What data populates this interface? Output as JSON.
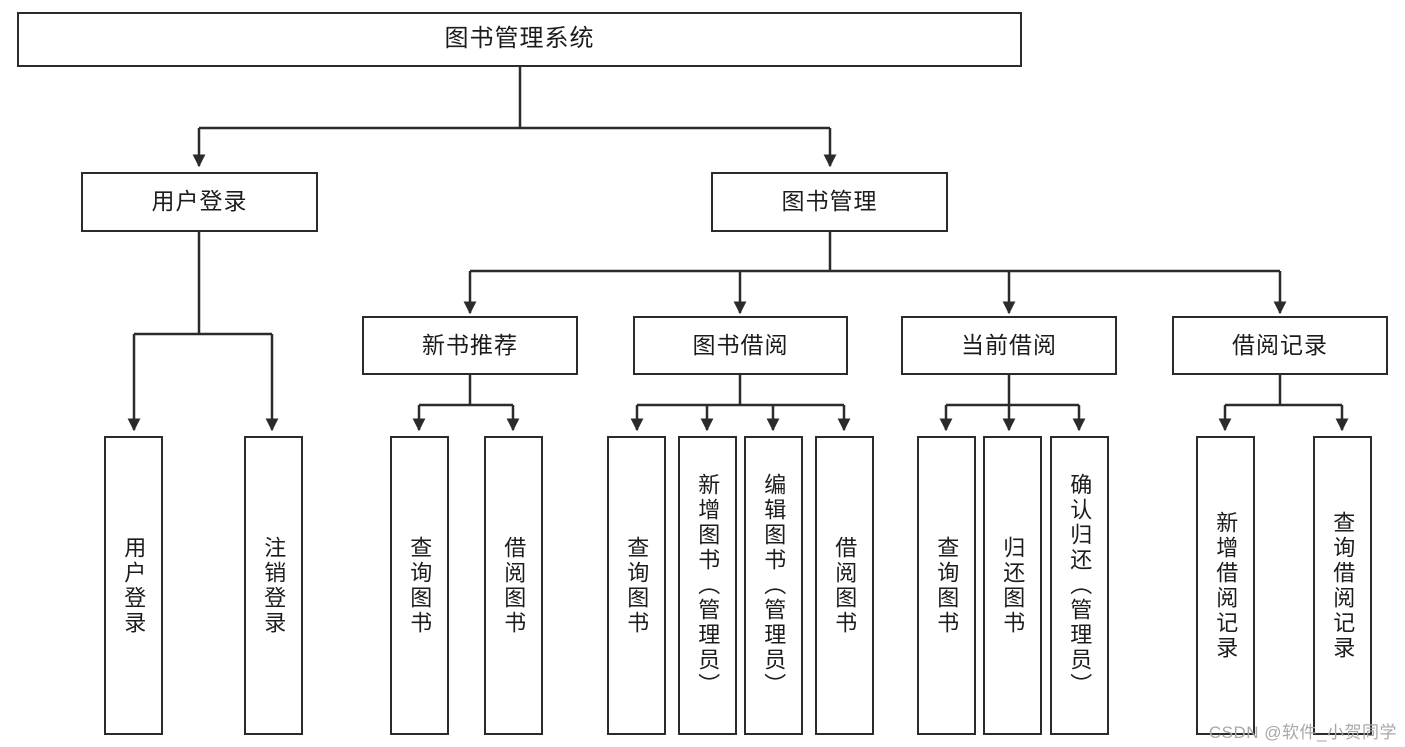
{
  "diagram": {
    "title": "图书管理系统",
    "watermark": "CSDN @软件_小贺同学",
    "colors": {
      "stroke": "#2b2b2b",
      "fill": "#ffffff",
      "text": "#1c1c1c",
      "watermark": "#a8a8a8"
    },
    "levels": {
      "root": {
        "label": "图书管理系统"
      },
      "level2": [
        {
          "label": "用户登录"
        },
        {
          "label": "图书管理"
        }
      ],
      "level3": [
        {
          "label": "新书推荐"
        },
        {
          "label": "图书借阅"
        },
        {
          "label": "当前借阅"
        },
        {
          "label": "借阅记录"
        }
      ]
    },
    "leaves": {
      "user_login": [
        {
          "label": "用户登录"
        },
        {
          "label": "注销登录"
        }
      ],
      "new_book_recommend": [
        {
          "label": "查询图书"
        },
        {
          "label": "借阅图书"
        }
      ],
      "book_borrow": [
        {
          "label": "查询图书"
        },
        {
          "label": "新增图书（管理员）"
        },
        {
          "label": "编辑图书（管理员）"
        },
        {
          "label": "借阅图书"
        }
      ],
      "current_borrow": [
        {
          "label": "查询图书"
        },
        {
          "label": "归还图书"
        },
        {
          "label": "确认归还（管理员）"
        }
      ],
      "borrow_record": [
        {
          "label": "新增借阅记录"
        },
        {
          "label": "查询借阅记录"
        }
      ]
    }
  }
}
